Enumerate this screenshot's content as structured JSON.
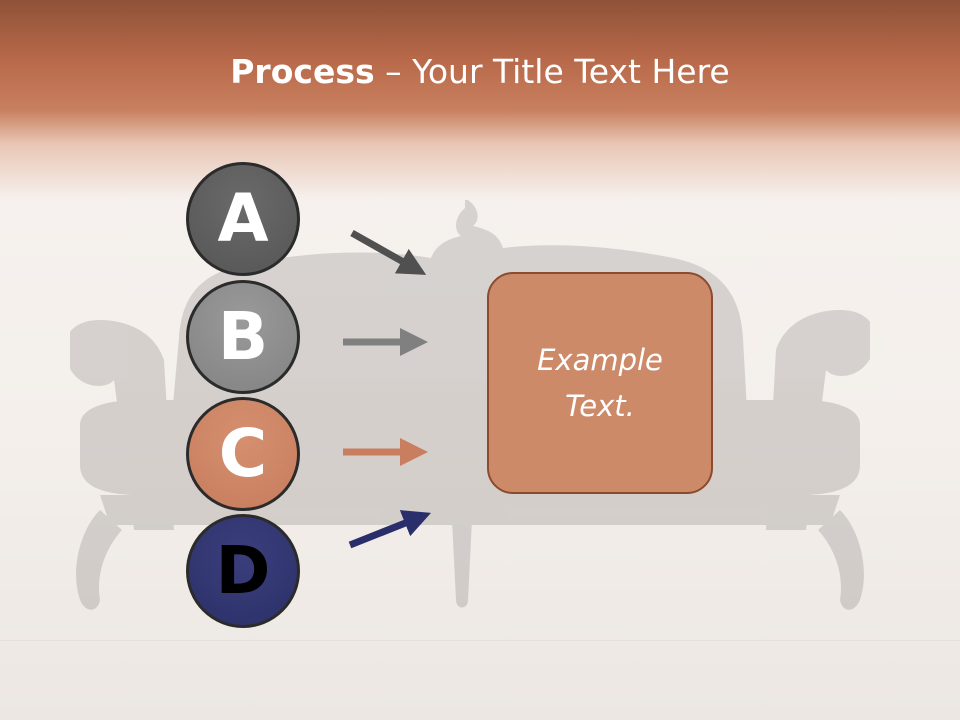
{
  "header": {
    "title_bold": "Process",
    "title_rest": " – Your Title Text Here"
  },
  "steps": [
    {
      "letter": "A",
      "color": "#5e5e5e"
    },
    {
      "letter": "B",
      "color": "#8c8c8c"
    },
    {
      "letter": "C",
      "color": "#c97f5f"
    },
    {
      "letter": "D",
      "color": "#2f336c"
    }
  ],
  "result_box": {
    "text": "Example Text.",
    "fill": "#cc8a69"
  },
  "colors": {
    "header": "#b8694a",
    "arrow_a": "#505050",
    "arrow_b": "#808080",
    "arrow_c": "#c97f5f",
    "arrow_d": "#2a2f6b"
  },
  "background": {
    "image": "sofa-image"
  }
}
